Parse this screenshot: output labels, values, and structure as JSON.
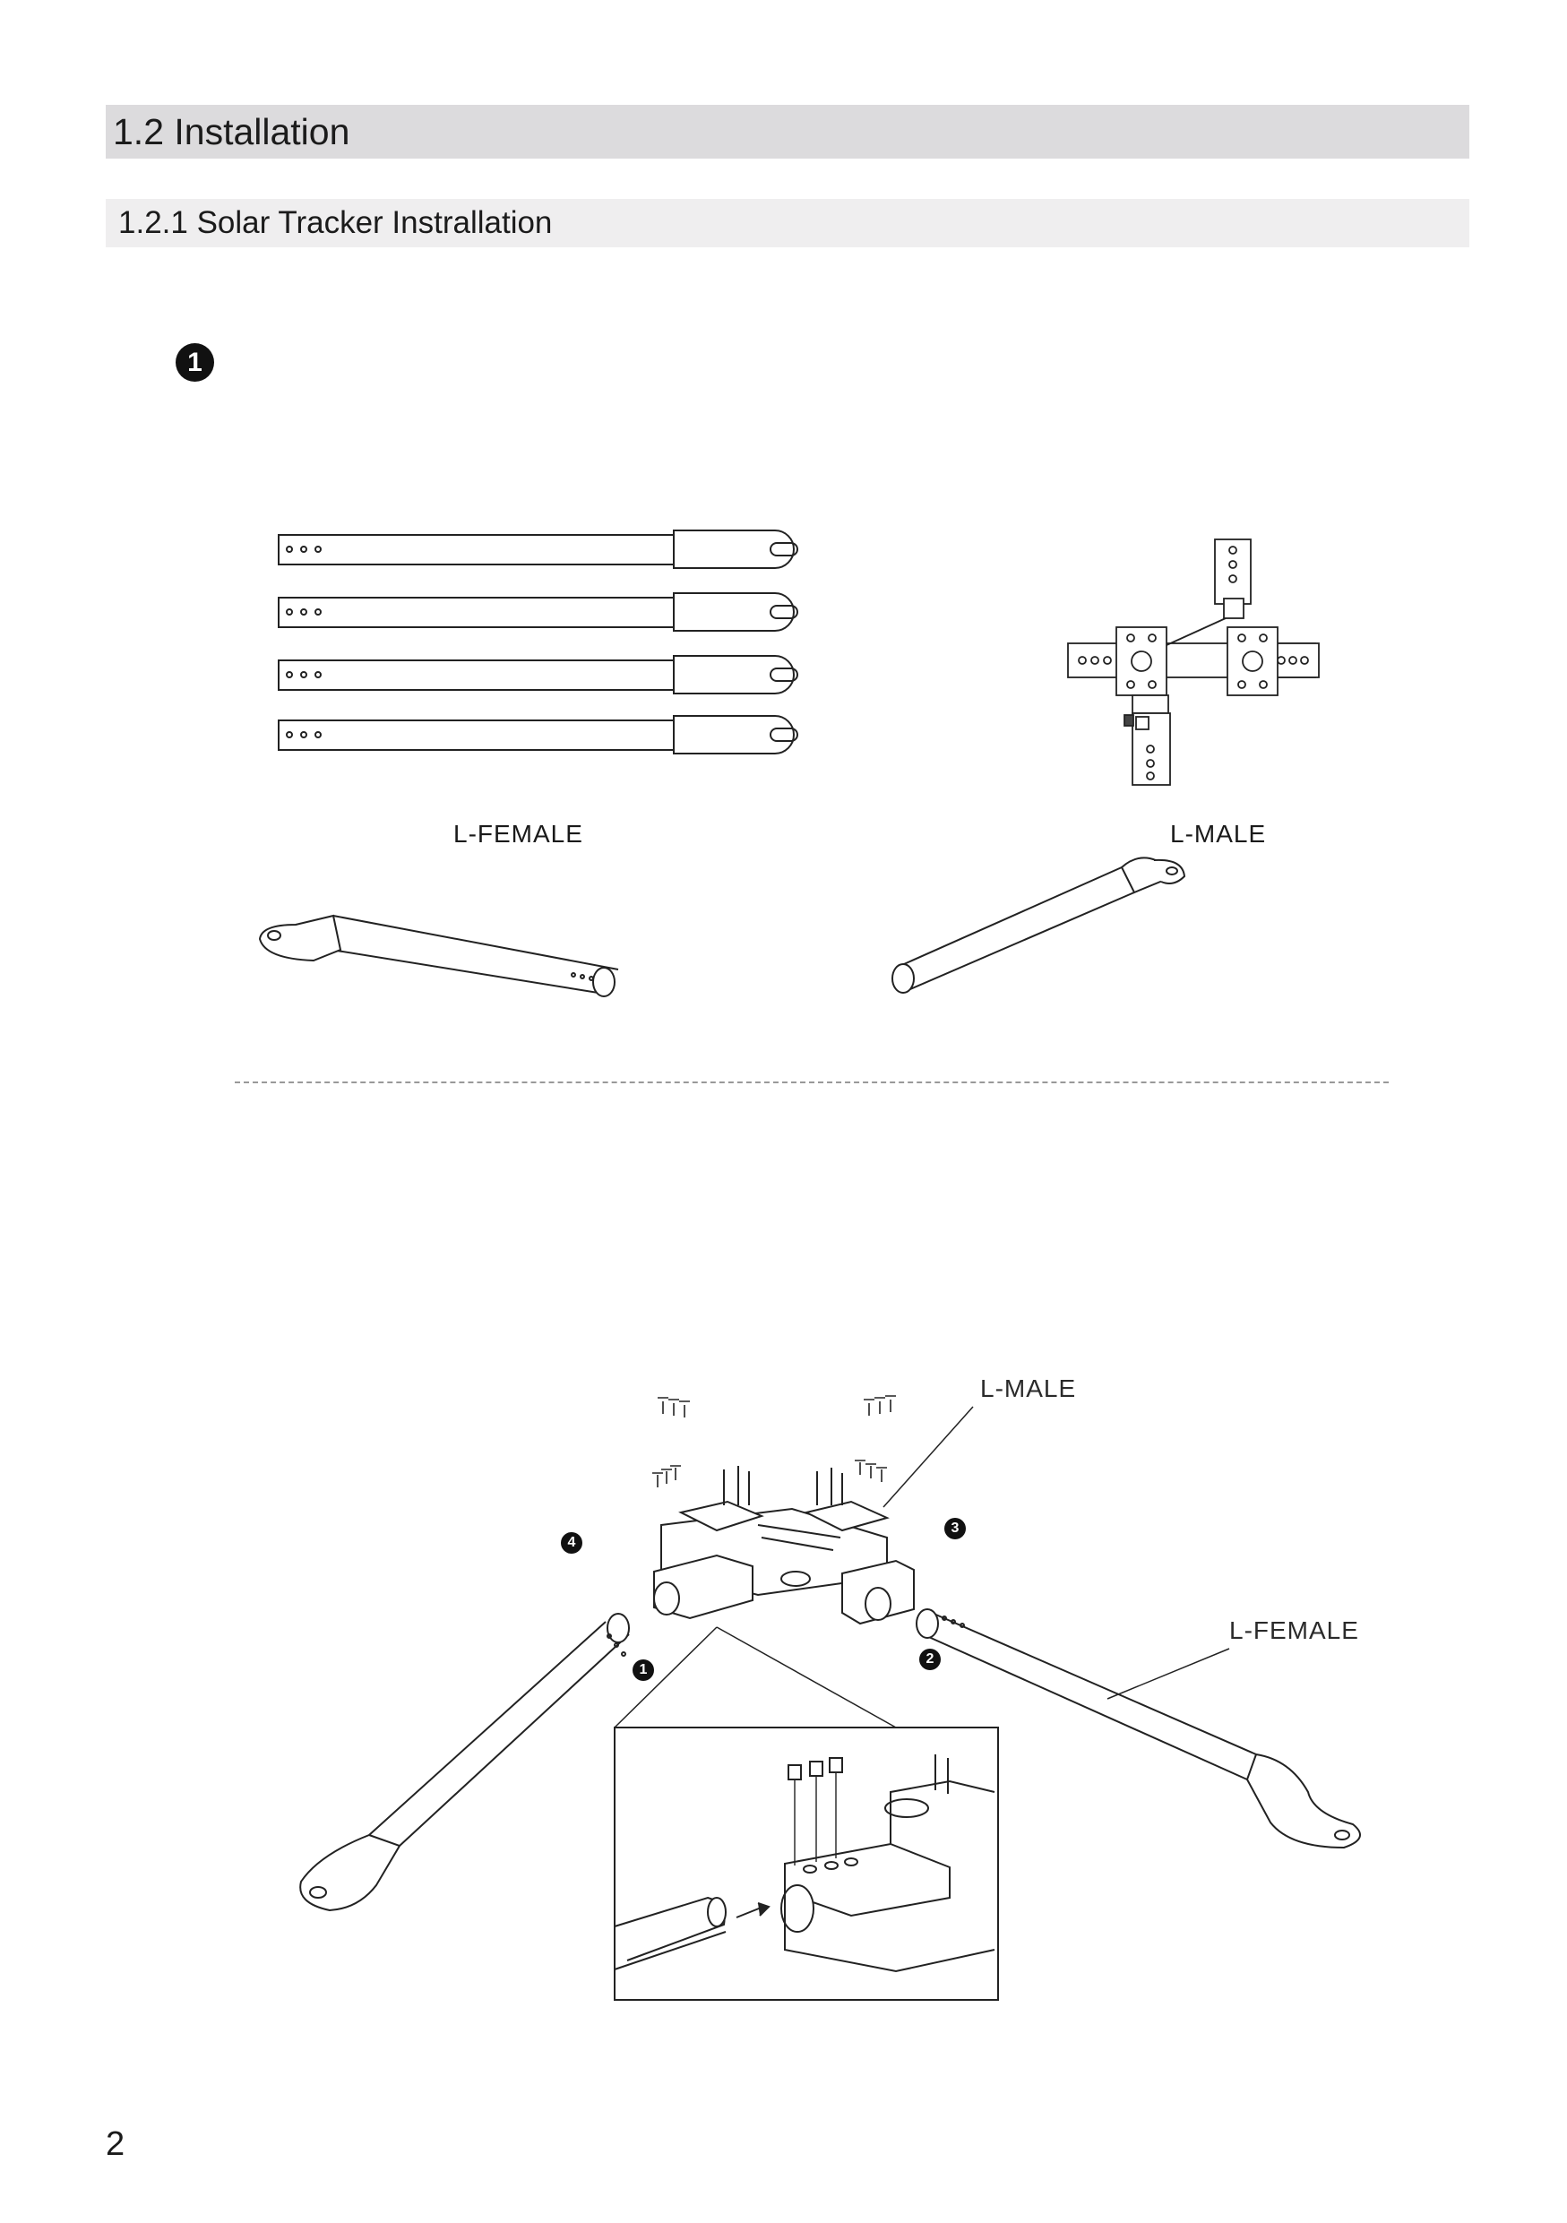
{
  "section": {
    "title": "1.2 Installation",
    "subtitle": "1.2.1 Solar Tracker Instrallation"
  },
  "step": {
    "number": "1"
  },
  "parts": {
    "female_label": "L-FEMALE",
    "male_label": "L-MALE"
  },
  "diagram": {
    "male_label": "L-MALE",
    "female_label": "L-FEMALE",
    "callouts": [
      "1",
      "2",
      "3",
      "4"
    ]
  },
  "page": {
    "number": "2"
  }
}
